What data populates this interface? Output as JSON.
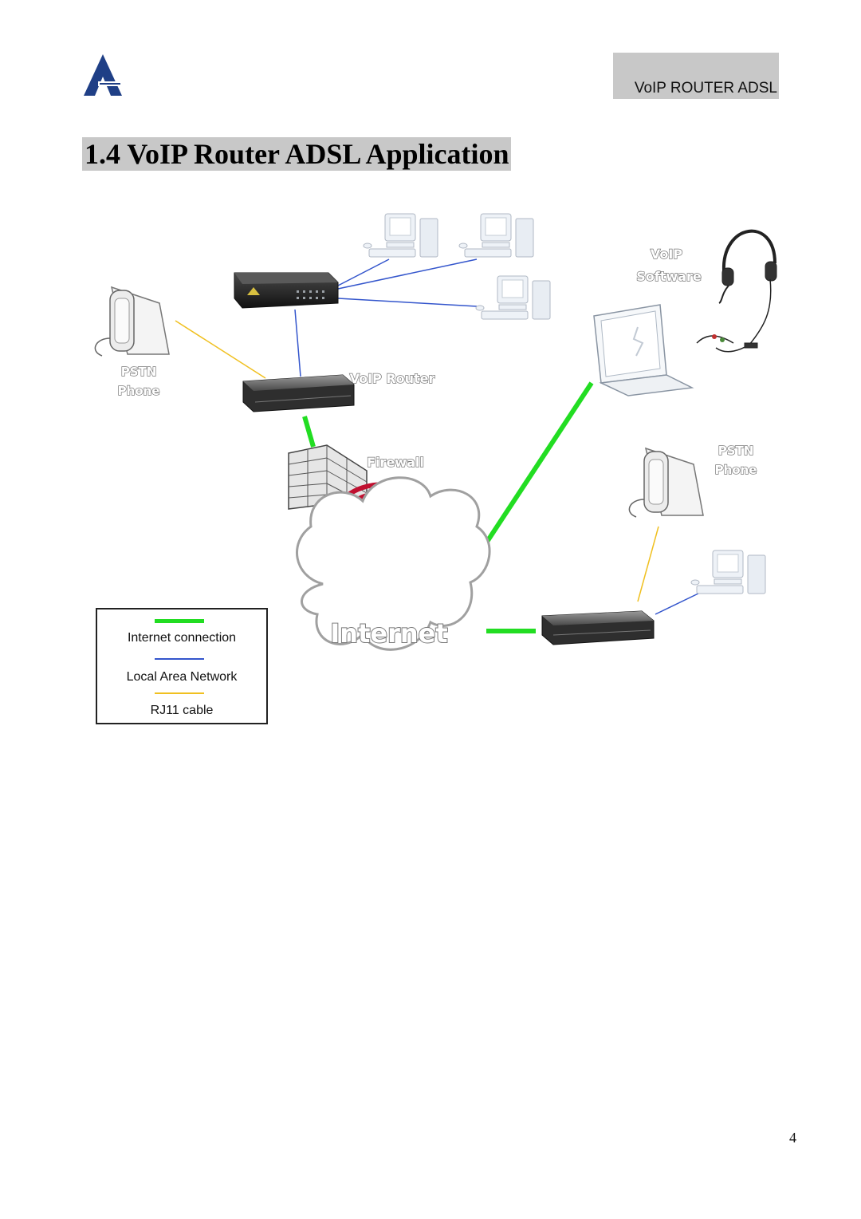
{
  "header": {
    "tab_label": "VoIP ROUTER ADSL",
    "logo_icon": "atlantis-logo-icon"
  },
  "section": {
    "title": "1.4 VoIP Router ADSL Application"
  },
  "diagram": {
    "labels": {
      "voip_software_line1": "VoIP",
      "voip_software_line2": "Software",
      "pstn_left_line1": "PSTN",
      "pstn_left_line2": "Phone",
      "voip_router": "VoIP Router",
      "firewall": "Firewall",
      "pstn_right_line1": "PSTN",
      "pstn_right_line2": "Phone",
      "internet": "Internet"
    },
    "colors": {
      "internet_connection": "#22dd22",
      "local_area_network": "#3355cc",
      "rj11_cable": "#f0c020"
    }
  },
  "legend": {
    "items": [
      {
        "label": "Internet connection",
        "color": "#22dd22"
      },
      {
        "label": "Local Area Network",
        "color": "#3355cc"
      },
      {
        "label": "RJ11 cable",
        "color": "#f0c020"
      }
    ]
  },
  "footer": {
    "page_number": "4"
  }
}
